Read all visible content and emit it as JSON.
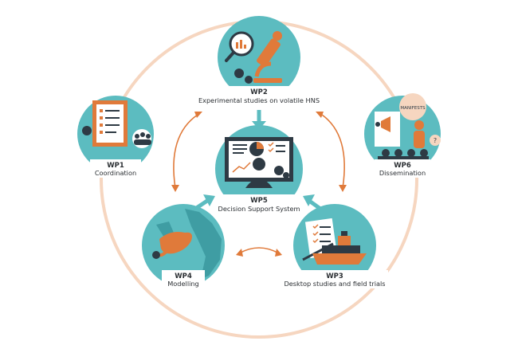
{
  "colors": {
    "teal": "#5cbcc0",
    "teal_dark": "#3f9da3",
    "orange": "#e07a3a",
    "ring": "#f6d6c0",
    "arrow_teal": "#5cbcc0",
    "arrow_orange": "#e07a3a",
    "dark": "#2e3a44",
    "label_bg": "#ffffff",
    "text": "#2b2f33"
  },
  "nodes": {
    "wp1": {
      "code": "WP1",
      "name": "Coordination",
      "icon": "clipboard-checklist-icon"
    },
    "wp2": {
      "code": "WP2",
      "name": "Experimental studies on volatile HNS",
      "icon": "microscope-magnifier-icon"
    },
    "wp3": {
      "code": "WP3",
      "name": "Desktop studies and field trials",
      "icon": "ship-checklist-icon"
    },
    "wp4": {
      "code": "WP4",
      "name": "Modelling",
      "icon": "map-plume-icon"
    },
    "wp5": {
      "code": "WP5",
      "name": "Decision Support System",
      "icon": "monitor-user-icon"
    },
    "wp6": {
      "code": "WP6",
      "name": "Dissemination",
      "icon": "presenter-audience-icon"
    }
  },
  "wp6_board_text": "MANIFESTS"
}
